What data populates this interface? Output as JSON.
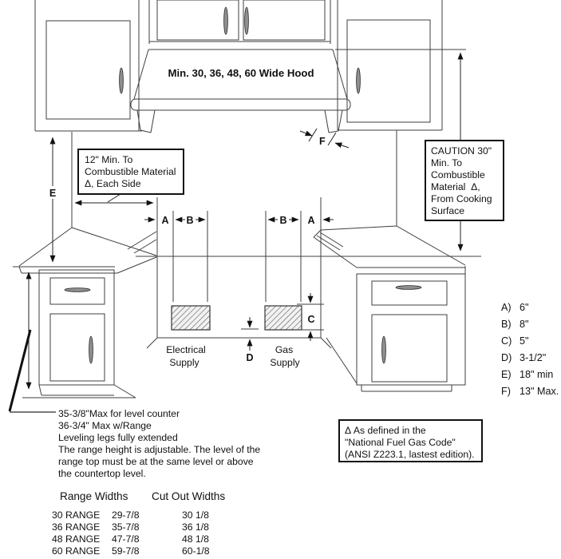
{
  "diagram": {
    "hood_label": "Min. 30, 36, 48, 60 Wide Hood",
    "labels": {
      "a": "A",
      "b": "B",
      "c": "C",
      "d": "D",
      "e": "E",
      "f": "F"
    },
    "callouts": {
      "left_clearance": {
        "lines": [
          "12\" Min. To",
          "Combustible Material",
          "Δ, Each Side"
        ]
      },
      "caution": {
        "lines": [
          "CAUTION 30\"",
          "Min. To",
          "Combustible",
          "Material  Δ,",
          "From Cooking",
          "Surface"
        ]
      },
      "fuel_gas_code": {
        "lines": [
          "Δ As defined in the",
          "\"National Fuel Gas Code\"",
          "(ANSI Z223.1, lastest edition)."
        ]
      }
    },
    "supply_labels": {
      "electrical": {
        "lines": [
          "Electrical",
          "Supply"
        ]
      },
      "gas": {
        "lines": [
          "Gas",
          "Supply"
        ]
      }
    },
    "dimension_key": [
      {
        "label": "A)",
        "value": "6\""
      },
      {
        "label": "B)",
        "value": "8\""
      },
      {
        "label": "C)",
        "value": "5\""
      },
      {
        "label": "D)",
        "value": "3-1/2\""
      },
      {
        "label": "E)",
        "value": "18\" min"
      },
      {
        "label": "F)",
        "value": "13\" Max."
      }
    ],
    "counter_note": {
      "lines": [
        "35-3/8\"Max for level counter",
        "36-3/4\" Max w/Range",
        "Leveling legs fully extended",
        "The range height is adjustable. The level of the",
        "range top must be at the same level or above",
        "the countertop level."
      ]
    },
    "width_table": {
      "col1_header": "Range Widths",
      "col2_header": "Cut Out Widths",
      "rows": [
        {
          "range": "30 RANGE",
          "width": "29-7/8",
          "cutout": "30 1/8"
        },
        {
          "range": "36 RANGE",
          "width": "35-7/8",
          "cutout": "36 1/8"
        },
        {
          "range": "48 RANGE",
          "width": "47-7/8",
          "cutout": "48 1/8"
        },
        {
          "range": "60 RANGE",
          "width": "59-7/8",
          "cutout": "60-1/8"
        }
      ]
    },
    "colors": {
      "line": "#3f3f3f",
      "text": "#111111",
      "background": "#ffffff",
      "box_border": "#111111"
    }
  }
}
